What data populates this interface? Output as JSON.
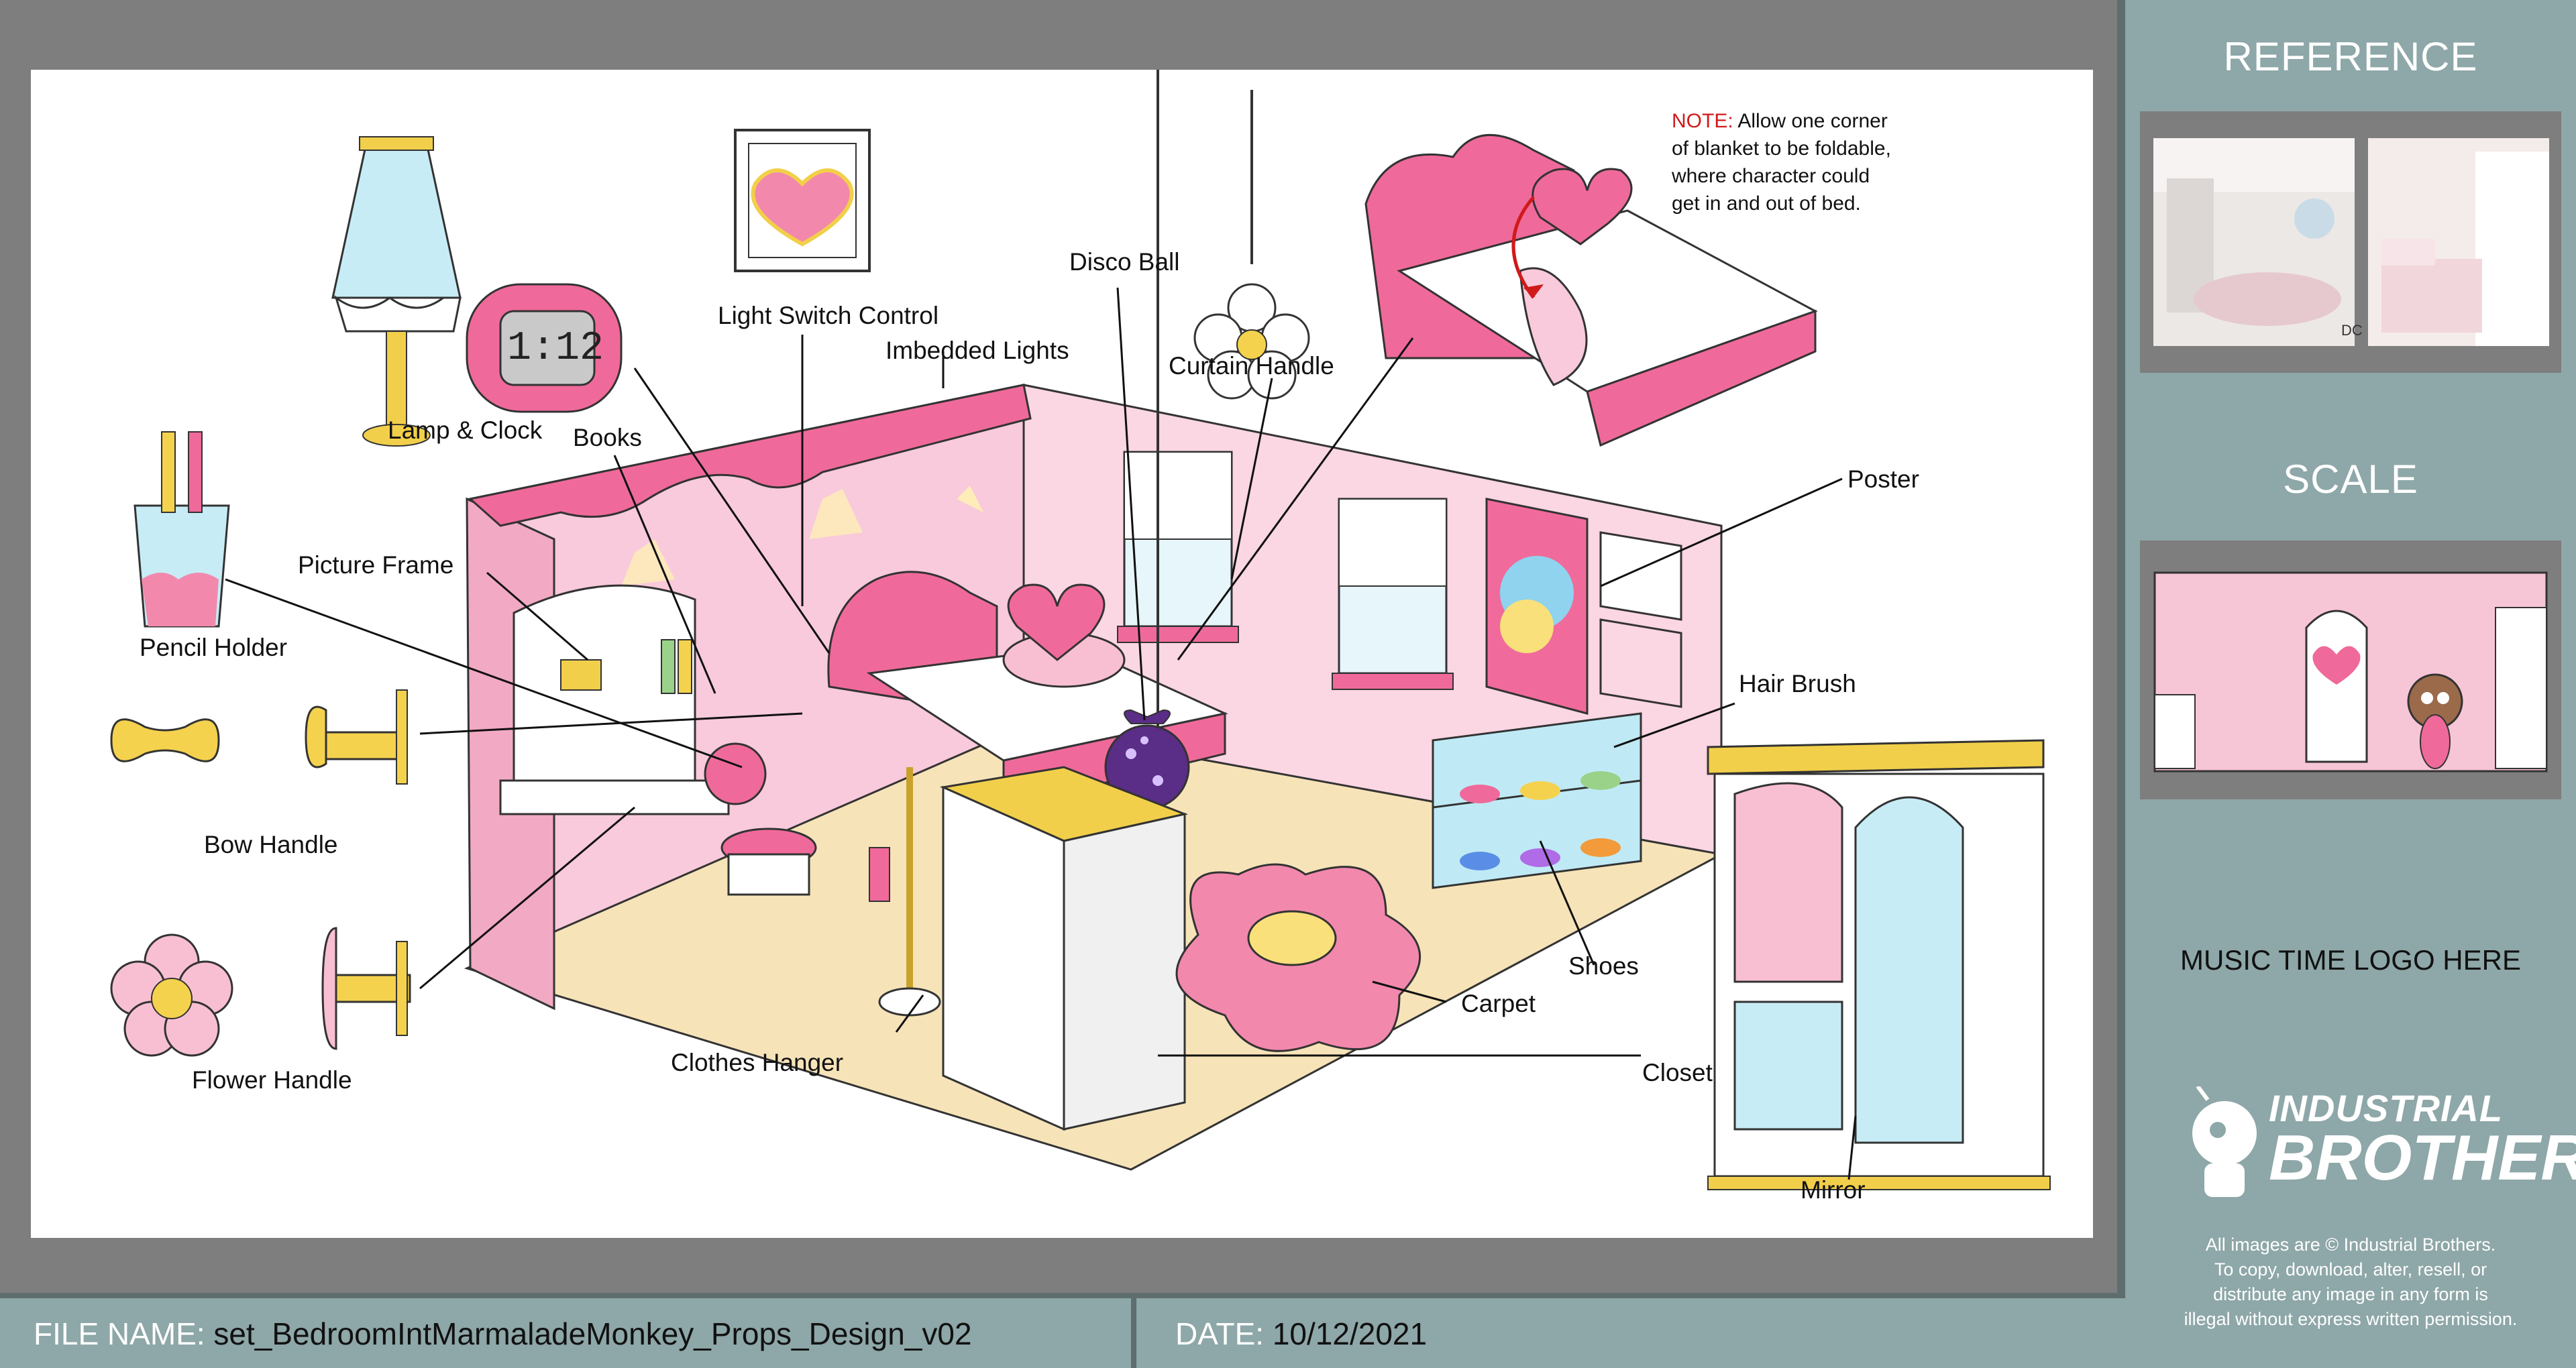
{
  "labels": {
    "lamp_clock": "Lamp & Clock",
    "light_switch": "Light Switch Control",
    "disco_ball": "Disco Ball",
    "imbedded_lights": "Imbedded Lights",
    "curtain_handle": "Curtain Handle",
    "books": "Books",
    "picture_frame": "Picture Frame",
    "pencil_holder": "Pencil Holder",
    "bow_handle": "Bow Handle",
    "flower_handle": "Flower Handle",
    "clothes_hanger": "Clothes Hanger",
    "poster": "Poster",
    "hair_brush": "Hair Brush",
    "shoes": "Shoes",
    "carpet": "Carpet",
    "closet": "Closet",
    "mirror": "Mirror",
    "clock_display": "1:12"
  },
  "note": {
    "key": "NOTE:",
    "line1": "Allow one corner",
    "line2": "of blanket to be foldable,",
    "line3": "where character could",
    "line4": "get in and out of bed."
  },
  "sidebar": {
    "reference_title": "REFERENCE",
    "scale_title": "SCALE",
    "logo_placeholder": "MUSIC TIME LOGO HERE",
    "brand_line1": "INDUSTRIAL",
    "brand_line2": "BROTHERS",
    "copyright_1": "All images are © Industrial Brothers.",
    "copyright_2": "To copy, download, alter, resell, or",
    "copyright_3": "distribute any image in any form is",
    "copyright_4": "illegal without express written permission.",
    "ref_watermark": "DC"
  },
  "footer": {
    "file_label": "FILE NAME:",
    "file_value": "set_BedroomIntMarmaladeMonkey_Props_Design_v02",
    "date_label": "DATE:",
    "date_value": "10/12/2021"
  },
  "colors": {
    "background_gray": "#7e7e7e",
    "sidebar_teal": "#8ea7a8",
    "wall_pink": "#f7c6d6",
    "accent_pink": "#ef6a9a",
    "floor_tan": "#f6e3b8",
    "gold": "#f2cf4a",
    "note_red": "#d01a1a"
  }
}
